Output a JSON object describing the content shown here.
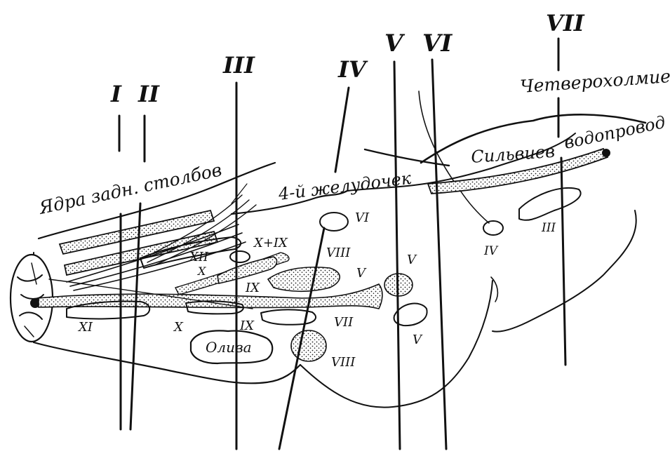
{
  "section_numbers": [
    "I",
    "II",
    "III",
    "IV",
    "V",
    "VI",
    "VII"
  ],
  "region_labels": {
    "quadrigemina": "Четверохолмие",
    "sylvian": "Сильвиев",
    "aqueduct": "водопровод",
    "fourth_ventricle": "4-й желудочек",
    "posterior_column_nuclei": "Ядра задн. столбов",
    "oliva": "Олива"
  },
  "nucleus_labels": {
    "xi": "XI",
    "x_lower": "X",
    "ix_lower": "IX",
    "xii": "XII",
    "x_upper": "X",
    "x_ix": "X+IX",
    "ix_upper": "IX",
    "vi": "VI",
    "viii_upper": "VIII",
    "v_mid": "V",
    "v_right": "V",
    "vii": "VII",
    "v_lower": "V",
    "viii_lower": "VIII",
    "iv_small": "IV",
    "iii_small": "III"
  }
}
